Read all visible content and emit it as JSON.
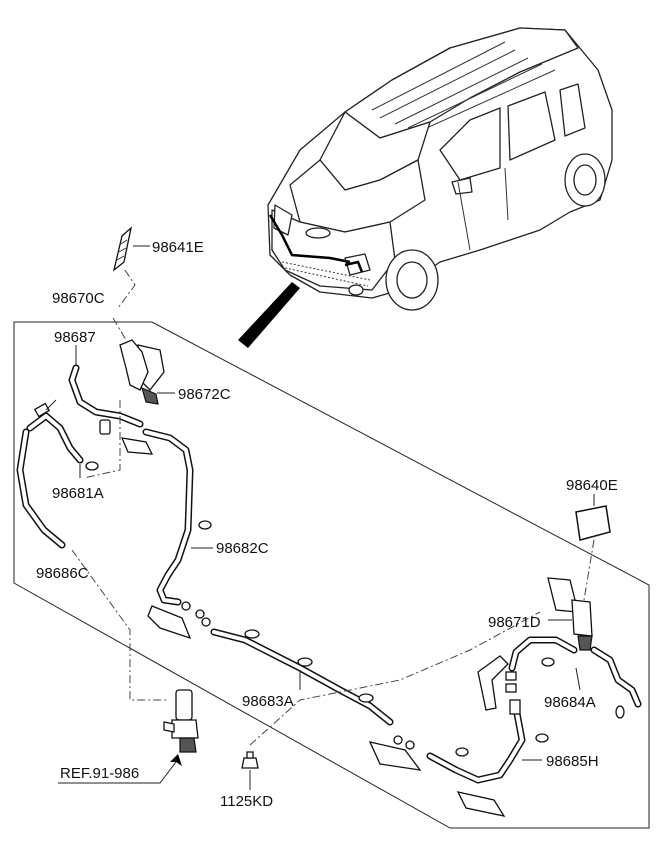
{
  "labels": {
    "washer_nozzle_cap_lh": "98641E",
    "hose_assy": "98670C",
    "hose_elbow": "98687",
    "nozzle_lh": "98672C",
    "hose_a": "98681A",
    "hose_c_lower": "98686C",
    "hose_c_middle": "98682C",
    "washer_nozzle_cap_rh": "98640E",
    "nozzle_rh": "98671D",
    "hose_long": "98683A",
    "hose_rh": "98684A",
    "hose_h": "98685H",
    "bolt": "1125KD",
    "reference": "REF.91-986"
  },
  "icons": {
    "vehicle": "car-front-icon",
    "pump": "washer-pump-icon",
    "bolt": "bolt-icon"
  },
  "colors": {
    "line": "#111111",
    "background": "#ffffff"
  }
}
